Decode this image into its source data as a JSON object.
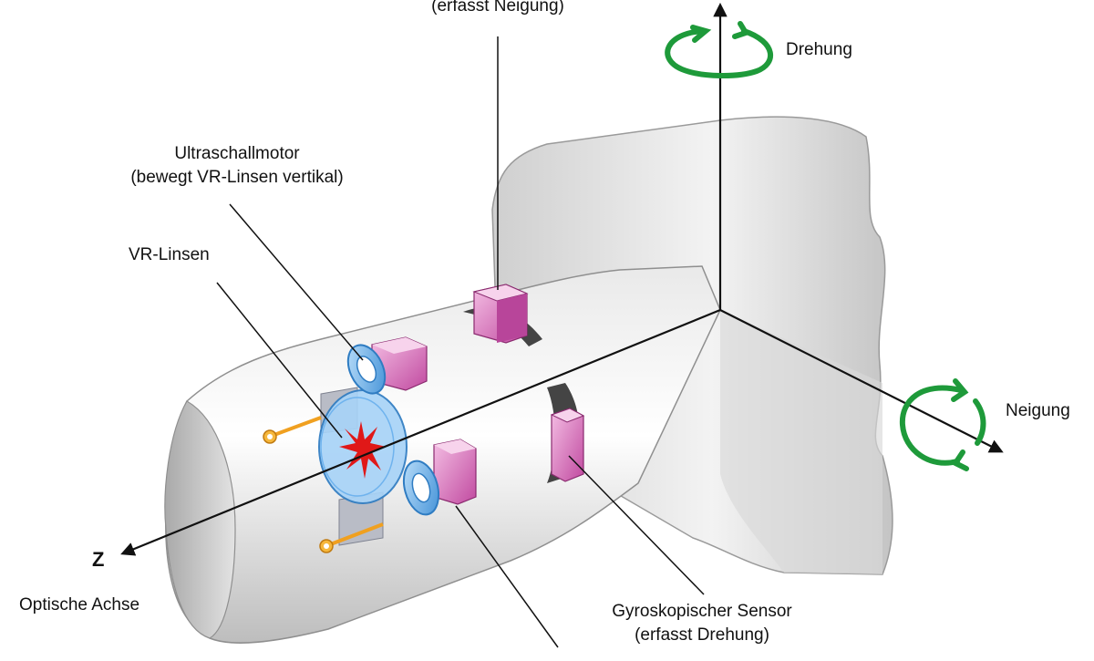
{
  "labels": {
    "top_sensor_line2": "(erfasst Neigung)",
    "rotation": "Drehung",
    "tilt": "Neigung",
    "motor_line1": "Ultraschallmotor",
    "motor_line2": "(bewegt VR-Linsen vertikal)",
    "vr_lenses": "VR-Linsen",
    "z_axis": "Z",
    "optical_axis": "Optische Achse",
    "gyro_line1": "Gyroskopischer Sensor",
    "gyro_line2": "(erfasst Drehung)"
  },
  "colors": {
    "body_gray": "#d6d6d6",
    "axis_black": "#111111",
    "rotation_green": "#1e9a3a",
    "sensor_pink": "#d46ab3",
    "lens_blue": "#59a9e8",
    "shaft_orange": "#f0a020",
    "vr_red": "#e01818"
  },
  "icons": [
    "rotation-arrow-icon",
    "tilt-arrow-icon",
    "arrowhead-icon"
  ]
}
